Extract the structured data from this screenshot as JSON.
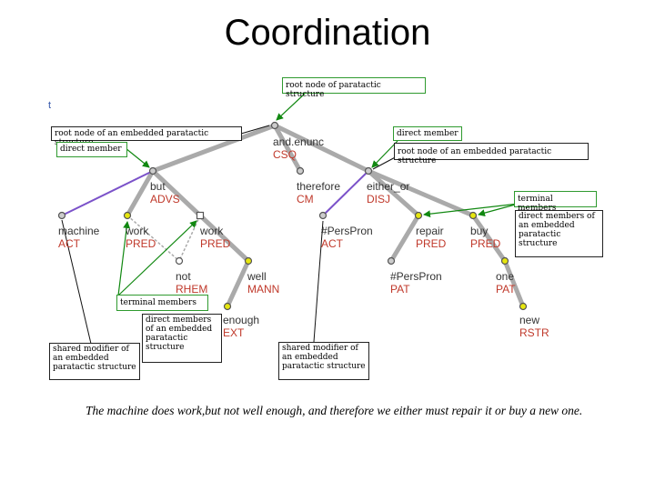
{
  "title": "Coordination",
  "corner_mark": "t",
  "colors": {
    "tree_line": "#aaaaaa",
    "arrow": "#118811",
    "purple_line": "#7b52c9",
    "yellow_node": "#e6e60f",
    "functor": "#c0392b",
    "lemma": "#333333"
  },
  "nodes": {
    "and": {
      "lemma": "and.enunc",
      "functor": "CSQ"
    },
    "but": {
      "lemma": "but",
      "functor": "ADVS"
    },
    "therefore": {
      "lemma": "therefore",
      "functor": "CM"
    },
    "either_or": {
      "lemma": "either_or",
      "functor": "DISJ"
    },
    "machine": {
      "lemma": "machine",
      "functor": "ACT"
    },
    "work1": {
      "lemma": "work",
      "functor": "PRED"
    },
    "work2": {
      "lemma": "work",
      "functor": "PRED"
    },
    "perspron1": {
      "lemma": "#PersPron",
      "functor": "ACT"
    },
    "repair": {
      "lemma": "repair",
      "functor": "PRED"
    },
    "buy": {
      "lemma": "buy",
      "functor": "PRED"
    },
    "not": {
      "lemma": "not",
      "functor": "RHEM"
    },
    "well": {
      "lemma": "well",
      "functor": "MANN"
    },
    "perspron2": {
      "lemma": "#PersPron",
      "functor": "PAT"
    },
    "one": {
      "lemma": "one",
      "functor": "PAT"
    },
    "enough": {
      "lemma": "enough",
      "functor": "EXT"
    },
    "new": {
      "lemma": "new",
      "functor": "RSTR"
    }
  },
  "notes": {
    "root_paratactic": "root node of paratactic structure",
    "root_embedded_left": "root node of an embedded paratactic structure",
    "direct_member_left": "direct member",
    "direct_member_right": "direct member",
    "root_embedded_right": "root node of an embedded paratactic structure",
    "terminal_members_right": "terminal members",
    "direct_members_embedded_right": "direct members of an embedded paratactic structure",
    "terminal_members_left": "terminal members",
    "direct_members_embedded_middle": "direct members of an embedded paratactic structure",
    "shared_modifier_left": "shared modifier of an embedded paratactic structure",
    "shared_modifier_middle": "shared modifier of an embedded paratactic structure"
  },
  "sentence": "The machine does work,but not well enough, and therefore we either must repair it or buy a new one."
}
